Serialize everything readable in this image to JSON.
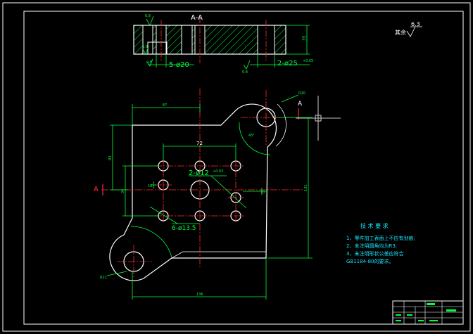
{
  "section": {
    "title": "A-A",
    "dim_holes": "5-ø20",
    "dim_bores": "2-ø25",
    "dim_bores_sup": "+0.05",
    "dim_thickness": "35",
    "roughness_left": "0.8",
    "roughness_left2": "0.8",
    "roughness_mid": "1.6",
    "roughness_right": "0.8"
  },
  "roughness_note": {
    "prefix": "其余",
    "value": "6.3"
  },
  "plan": {
    "section_mark": "A",
    "dim_top": "87",
    "dim_left_outer": "93",
    "dim_left_inner": "34",
    "dim_spacing": "72",
    "dim_holes_mid": "2-ø12",
    "dim_holes_mid_sup": "+0.03",
    "dim_holes_small": "6-ø13.5",
    "dim_bottom": "136",
    "dim_right": "131",
    "radius_top": "R20",
    "radius_bottom": "R21",
    "angle_mark": "45°",
    "dim_small_r": "10",
    "dim_small_l": "10"
  },
  "tech_req": {
    "heading": "技 术 要 求",
    "items": [
      "1、零件加工表面上不应有划痕;",
      "2、未注明圆角均为R3;",
      "3、未注明形状公差应符合",
      "GB1184-80的要求。"
    ]
  }
}
